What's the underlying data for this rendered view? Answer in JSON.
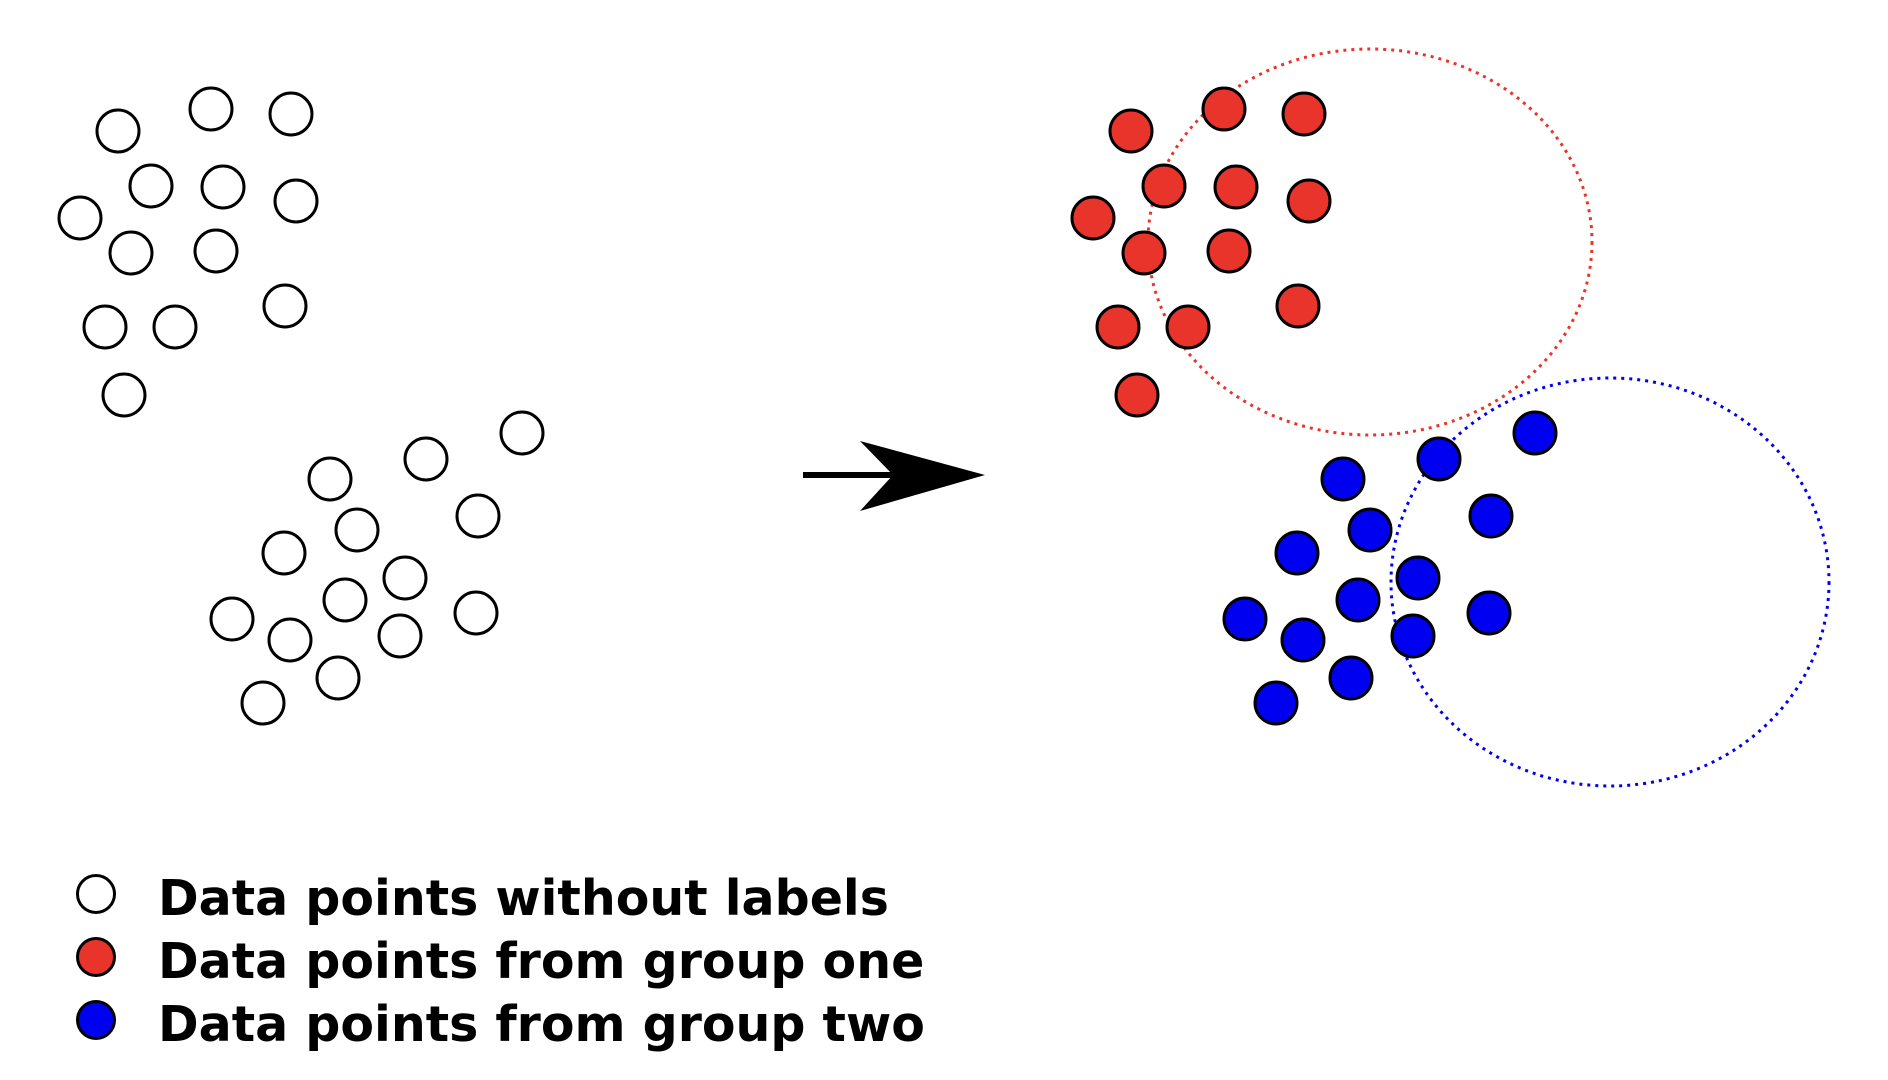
{
  "colors": {
    "unlabeled_fill": "#ffffff",
    "group_one_fill": "#e8342a",
    "group_two_fill": "#0000f0",
    "outline": "#000000",
    "group_one_boundary": "#e8342a",
    "group_two_boundary": "#0000f0",
    "arrow": "#000000",
    "background": "#ffffff"
  },
  "legend": {
    "items": [
      {
        "key": "unlabeled",
        "label": "Data points without labels"
      },
      {
        "key": "group_one",
        "label": "Data points from group one"
      },
      {
        "key": "group_two",
        "label": "Data points from group two"
      }
    ]
  },
  "icons": {
    "arrow": "right-arrow-icon"
  }
}
